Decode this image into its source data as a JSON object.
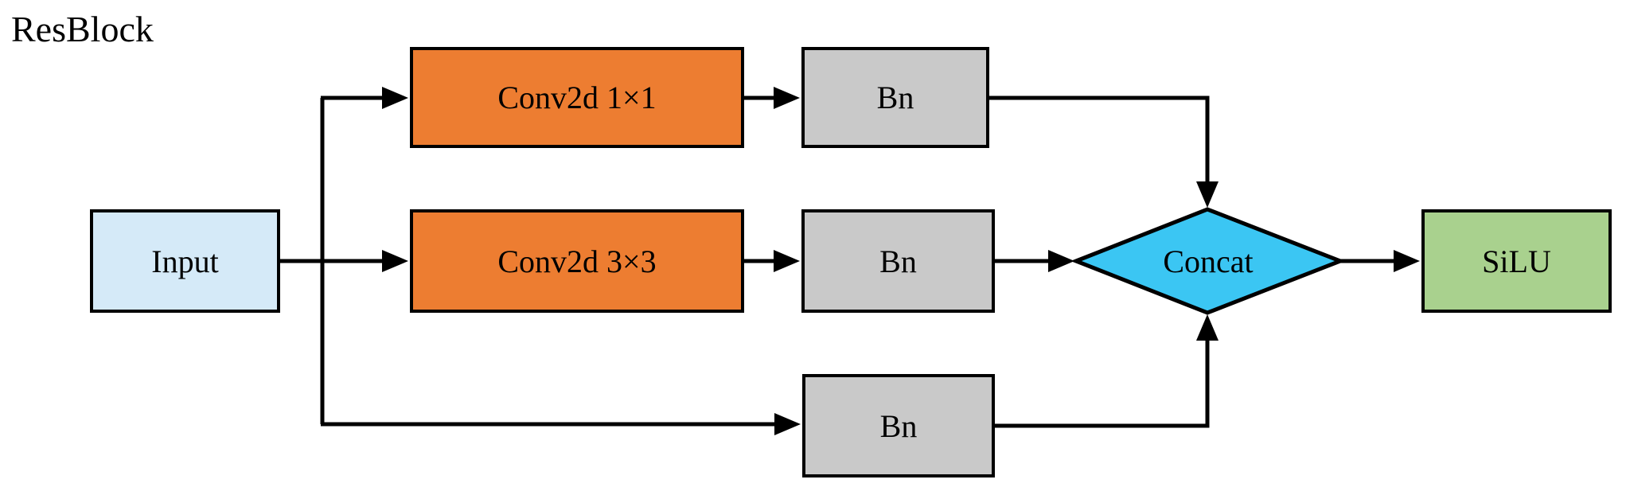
{
  "title": "ResBlock",
  "colors": {
    "background": "#FFFFFF",
    "line": "#000000",
    "border": "#000000",
    "text": "#000000",
    "input_fill": "#D5EAF8",
    "conv_fill": "#ED7D31",
    "bn_fill": "#C9C9C9",
    "concat_fill": "#3BC6F3",
    "silu_fill": "#A9D18E"
  },
  "nodes": {
    "input": {
      "label": "Input"
    },
    "conv1x1": {
      "label": "Conv2d 1×1"
    },
    "bn_top": {
      "label": "Bn"
    },
    "conv3x3": {
      "label": "Conv2d 3×3"
    },
    "bn_mid": {
      "label": "Bn"
    },
    "bn_bottom": {
      "label": "Bn"
    },
    "concat": {
      "label": "Concat"
    },
    "silu": {
      "label": "SiLU"
    }
  },
  "edges": [
    {
      "from": "input",
      "to": "conv1x1"
    },
    {
      "from": "input",
      "to": "conv3x3"
    },
    {
      "from": "input",
      "to": "bn_bottom"
    },
    {
      "from": "conv1x1",
      "to": "bn_top"
    },
    {
      "from": "conv3x3",
      "to": "bn_mid"
    },
    {
      "from": "bn_top",
      "to": "concat"
    },
    {
      "from": "bn_mid",
      "to": "concat"
    },
    {
      "from": "bn_bottom",
      "to": "concat"
    },
    {
      "from": "concat",
      "to": "silu"
    }
  ]
}
